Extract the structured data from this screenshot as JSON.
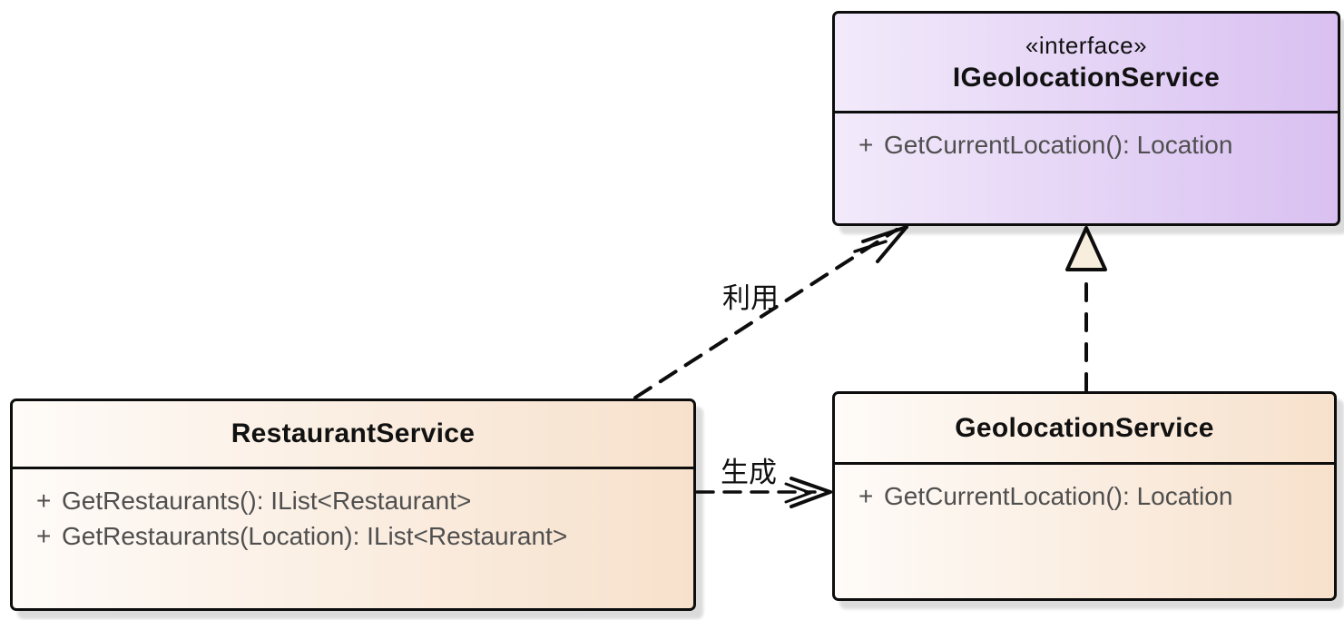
{
  "colors": {
    "background": "#ffffff",
    "border": "#0d0d0d",
    "title_text": "#111111",
    "member_text": "#4f4f4f",
    "interface_fill_start": "#f2eafb",
    "interface_fill_end": "#d9c0f1",
    "class_fill_start": "#fefbf8",
    "class_fill_end": "#f7e1cc",
    "triangle_fill": "#f8eedd",
    "shadow": "#e0e0e0"
  },
  "interface_box": {
    "stereotype": "«interface»",
    "name": "IGeolocationService",
    "members": [
      {
        "visibility": "+",
        "signature": "GetCurrentLocation(): Location"
      }
    ]
  },
  "restaurant_box": {
    "name": "RestaurantService",
    "members": [
      {
        "visibility": "+",
        "signature": "GetRestaurants(): IList<Restaurant>"
      },
      {
        "visibility": "+",
        "signature": "GetRestaurants(Location): IList<Restaurant>"
      }
    ]
  },
  "geolocation_box": {
    "name": "GeolocationService",
    "members": [
      {
        "visibility": "+",
        "signature": "GetCurrentLocation(): Location"
      }
    ]
  },
  "connectors": {
    "use_label": "利用",
    "create_label": "生成"
  }
}
